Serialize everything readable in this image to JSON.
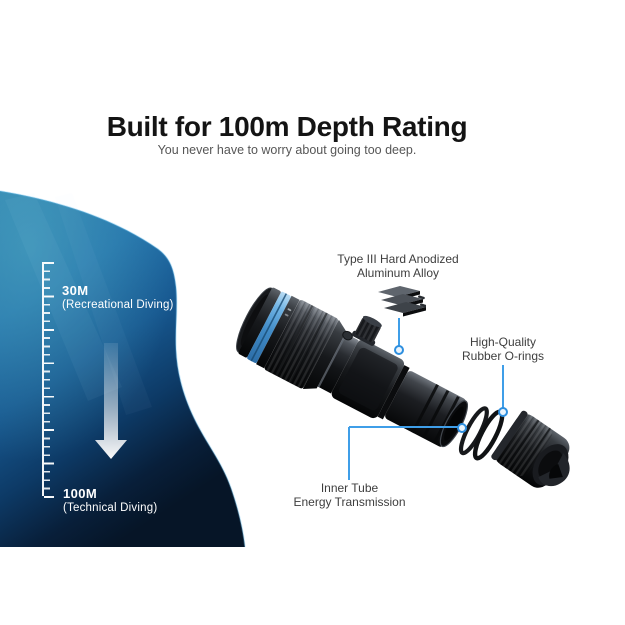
{
  "header": {
    "title": "Built for 100m Depth Rating",
    "subtitle": "You never have to worry about going too deep."
  },
  "depth_gauge": {
    "top_mark": {
      "depth": "30M",
      "category": "(Recreational Diving)"
    },
    "bottom_mark": {
      "depth": "100M",
      "category": "(Technical Diving)"
    },
    "arrow_icon": "down-arrow"
  },
  "annotations": {
    "aluminum": {
      "line1": "Type III Hard Anodized",
      "line2": "Aluminum Alloy",
      "icon": "heatsink-fins-icon"
    },
    "orings": {
      "line1": "High-Quality",
      "line2": "Rubber O-rings"
    },
    "inner_tube": {
      "line1": "Inner Tube",
      "line2": "Energy Transmission"
    }
  },
  "colors": {
    "background": "#ffffff",
    "title_text": "#141414",
    "subtitle_text": "#565656",
    "annotation_text": "#3e3e3e",
    "annotation_line": "#3f9ee8",
    "annotation_dot_ring": "#2e8fdf",
    "ocean_light": "#2f83ae",
    "ocean_deep": "#07203a",
    "ruler_white": "#ffffff",
    "flashlight_blue_ring": "#5fa8dd",
    "flashlight_body": "#17191c"
  }
}
